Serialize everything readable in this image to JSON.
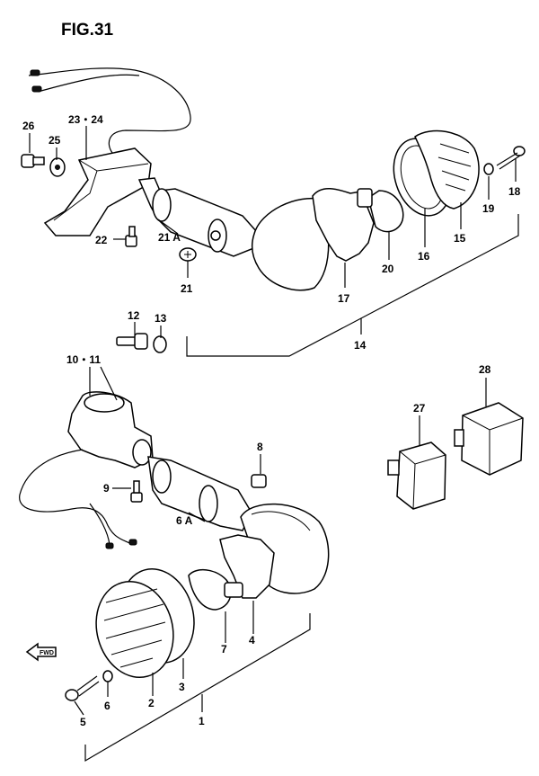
{
  "figure": {
    "title": "FIG.31"
  },
  "fwd_label": "FWD",
  "callouts": {
    "c1": "1",
    "c2": "2",
    "c3": "3",
    "c4": "4",
    "c5": "5",
    "c6": "6",
    "c6a": "6 A",
    "c7": "7",
    "c8": "8",
    "c9": "9",
    "c10_11": "10・11",
    "c12": "12",
    "c13": "13",
    "c14": "14",
    "c15": "15",
    "c16": "16",
    "c17": "17",
    "c18": "18",
    "c19": "19",
    "c20": "20",
    "c21": "21",
    "c21a": "21 A",
    "c22": "22",
    "c23_24": "23・24",
    "c25": "25",
    "c26": "26",
    "c27": "27",
    "c28": "28"
  }
}
